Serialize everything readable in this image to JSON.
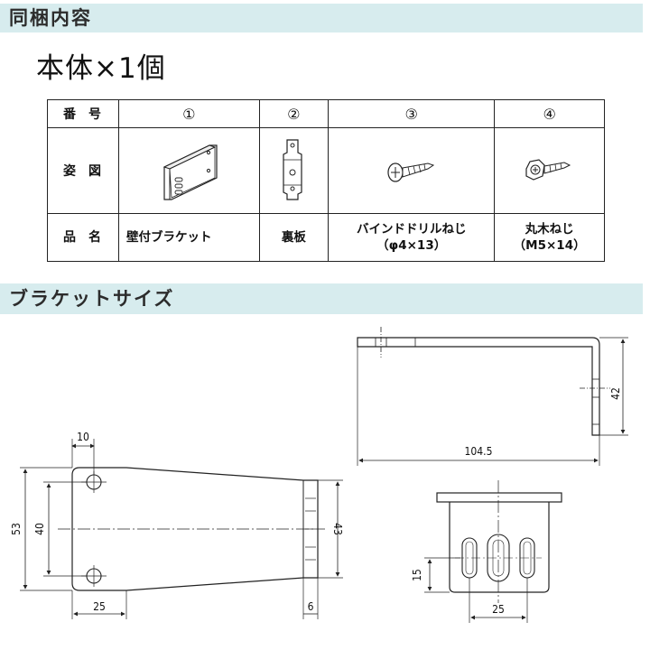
{
  "sections": {
    "contents_title": "同梱内容",
    "bracket_size_title": "ブラケットサイズ"
  },
  "main_item": "本体×1個",
  "parts_table": {
    "row_labels": {
      "number": "番号",
      "figure": "姿図",
      "name": "品名"
    },
    "columns": [
      {
        "number": "①",
        "name": "壁付ブラケット",
        "name_line2": "",
        "icon": "wall-bracket-icon"
      },
      {
        "number": "②",
        "name": "裏板",
        "name_line2": "",
        "icon": "back-plate-icon"
      },
      {
        "number": "③",
        "name": "バインドドリルねじ",
        "name_line2": "（φ4×13）",
        "icon": "drill-screw-icon"
      },
      {
        "number": "④",
        "name": "丸木ねじ",
        "name_line2": "（M5×14）",
        "icon": "wood-screw-icon"
      }
    ]
  },
  "dimensions": {
    "top_view_width": "10",
    "top_view_height_outer": "53",
    "top_view_hole_pitch": "40",
    "top_view_length_25": "25",
    "top_view_right_height": "43",
    "top_view_thickness": "6",
    "side_view_length": "104.5",
    "side_view_height": "42",
    "front_view_offset": "15",
    "front_view_width": "25"
  }
}
